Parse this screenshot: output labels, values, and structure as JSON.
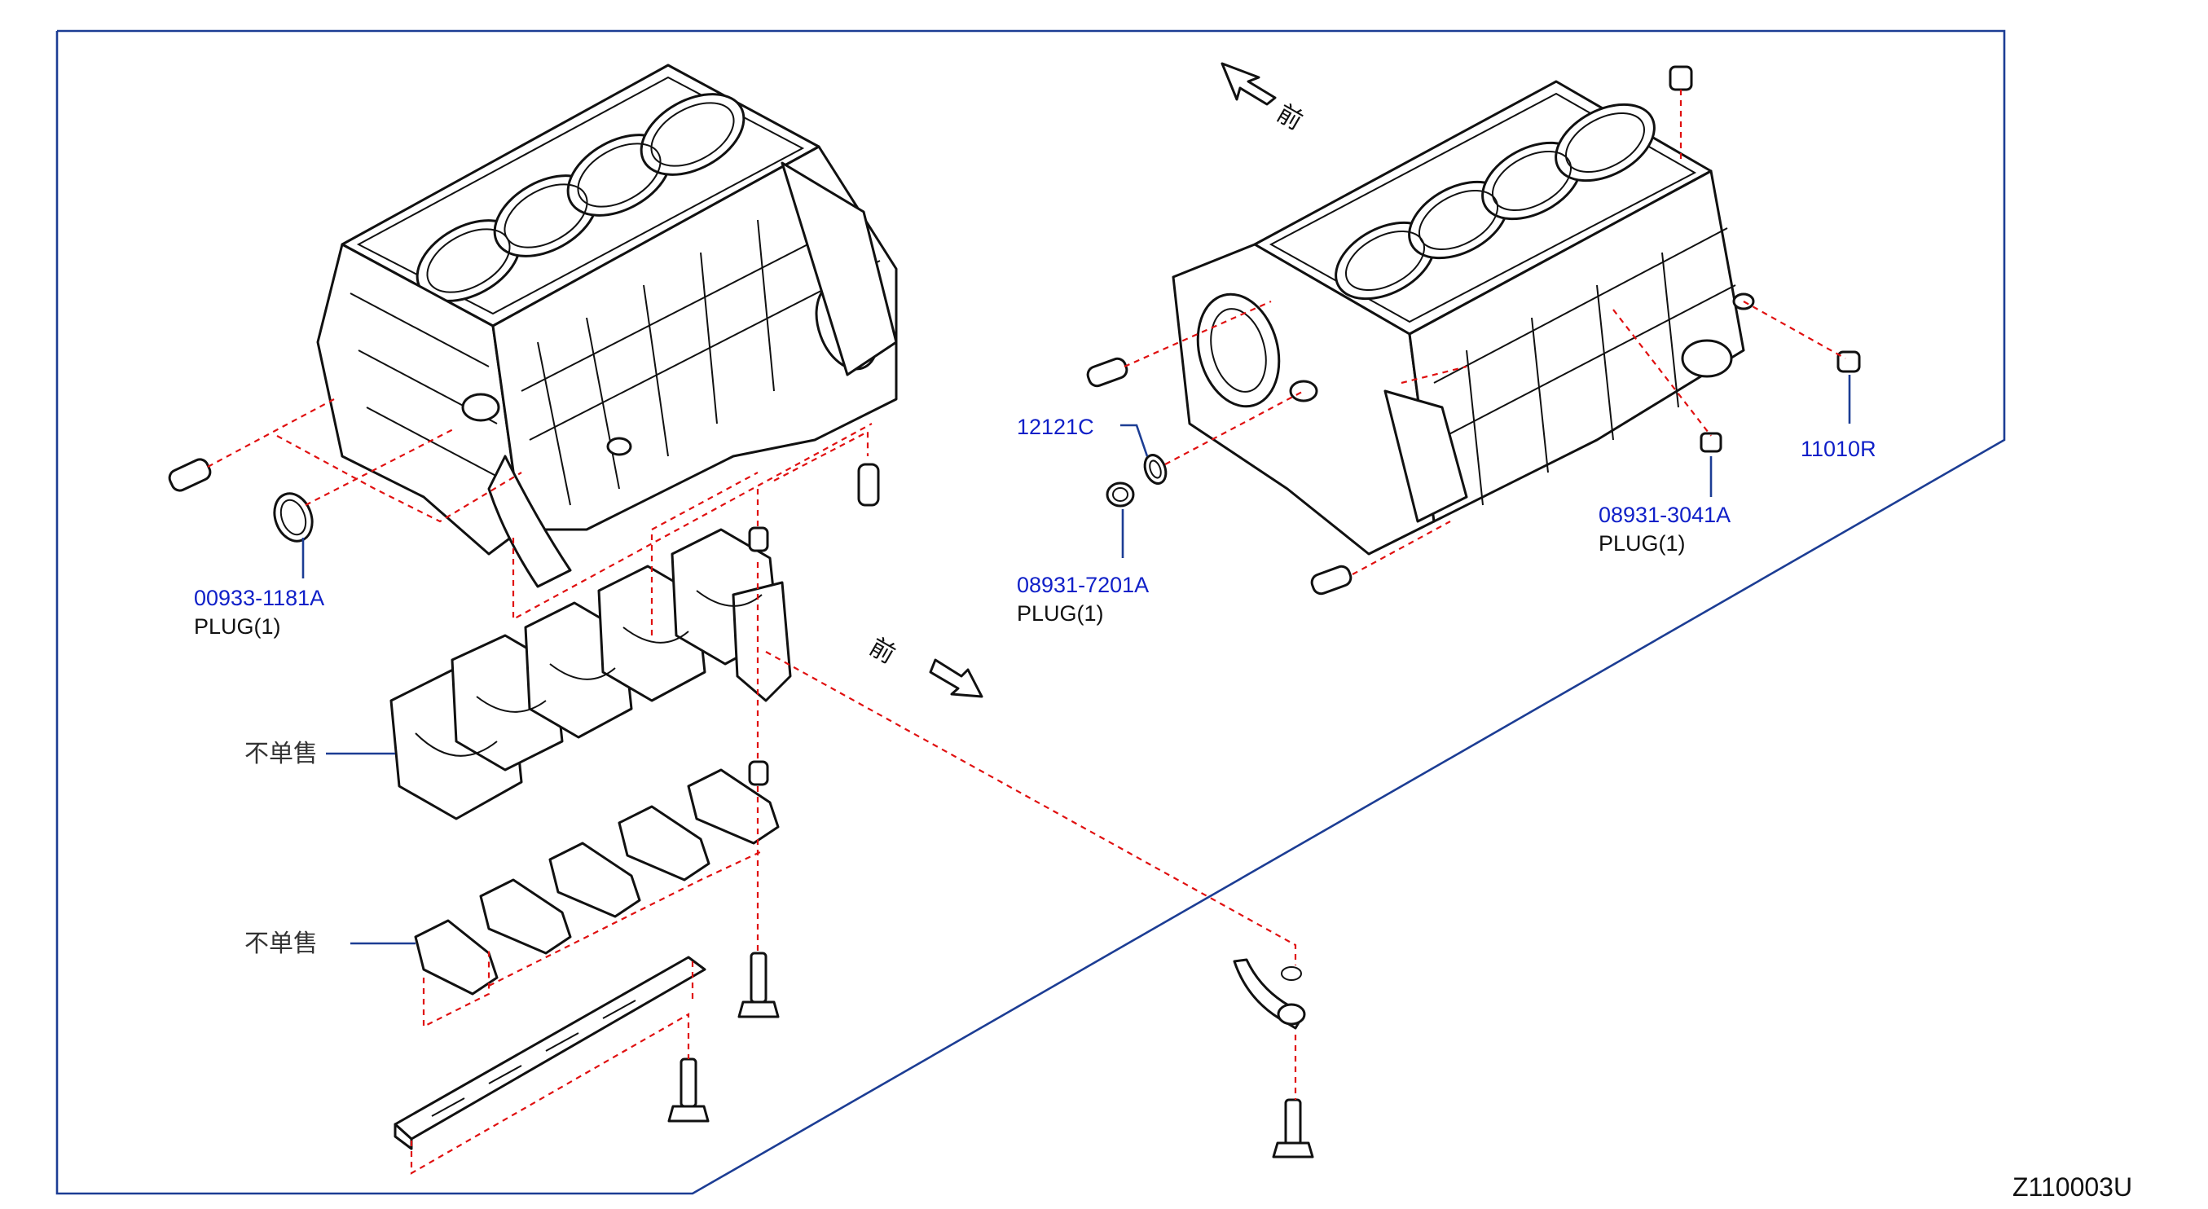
{
  "diagram": {
    "id": "Z110003U",
    "front_label": "前",
    "not_sold_label": "不单售",
    "colors": {
      "frame": "#1c3d94",
      "callout": "#1020c8",
      "phantom_line": "#e01010",
      "line_art": "#111111"
    }
  },
  "callouts": [
    {
      "part_no": "00933-1181A",
      "desc": "PLUG(1)"
    },
    {
      "part_no": "12121C",
      "desc": ""
    },
    {
      "part_no": "08931-7201A",
      "desc": "PLUG(1)"
    },
    {
      "part_no": "08931-3041A",
      "desc": "PLUG(1)"
    },
    {
      "part_no": "11010R",
      "desc": ""
    }
  ]
}
